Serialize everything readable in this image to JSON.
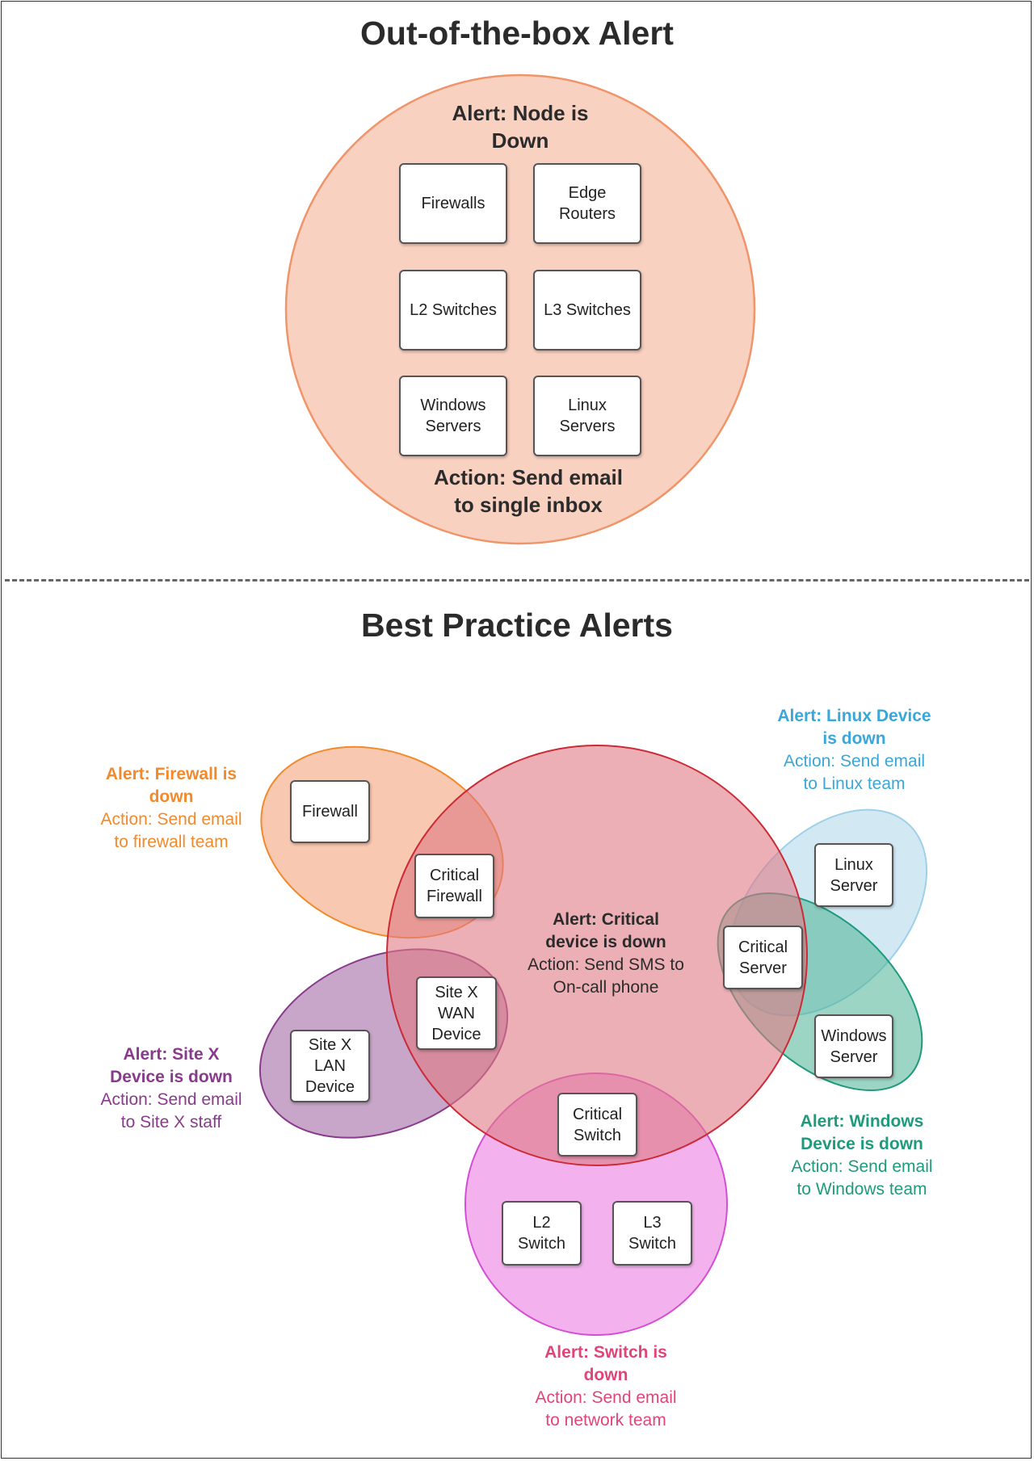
{
  "top": {
    "title": "Out-of-the-box Alert",
    "alert": "Alert: Node is\nDown",
    "action": "Action: Send email\nto single inbox",
    "boxes": [
      "Firewalls",
      "Edge\nRouters",
      "L2 Switches",
      "L3 Switches",
      "Windows\nServers",
      "Linux\nServers"
    ],
    "fill_color": "#f9d1c1",
    "stroke_color": "#f0956a"
  },
  "bottom": {
    "title": "Best Practice Alerts",
    "groups": {
      "firewall": {
        "alert": "Alert: Firewall is\ndown",
        "action": "Action: Send email\nto firewall team",
        "color": "#f28a2c",
        "fill": "#f7b99a"
      },
      "linux": {
        "alert": "Alert: Linux Device\nis down",
        "action": "Action: Send email\nto Linux team",
        "color": "#3aa7d8",
        "fill": "#cfe7f3"
      },
      "critical": {
        "alert": "Alert: Critical\ndevice is down",
        "action": "Action: Send SMS to\nOn-call phone",
        "color": "#cc2a36",
        "fill": "#e89aa0"
      },
      "sitex": {
        "alert": "Alert: Site X\nDevice is down",
        "action": "Action: Send email\nto Site X staff",
        "color": "#8a3a8c",
        "fill": "#b07fb2"
      },
      "windows": {
        "alert": "Alert: Windows\nDevice is down",
        "action": "Action: Send email\nto Windows team",
        "color": "#1f9a7d",
        "fill": "#8fcab8"
      },
      "switch": {
        "alert": "Alert: Switch is\ndown",
        "action": "Action: Send email\nto network team",
        "color": "#e0457a",
        "fill": "#f0a2e6"
      }
    },
    "boxes": {
      "firewall": "Firewall",
      "critical_firewall": "Critical\nFirewall",
      "linux_server": "Linux\nServer",
      "critical_server": "Critical\nServer",
      "windows_server": "Windows\nServer",
      "site_x_wan": "Site X\nWAN\nDevice",
      "site_x_lan": "Site X\nLAN\nDevice",
      "critical_switch": "Critical\nSwitch",
      "l2_switch": "L2\nSwitch",
      "l3_switch": "L3\nSwitch"
    }
  }
}
